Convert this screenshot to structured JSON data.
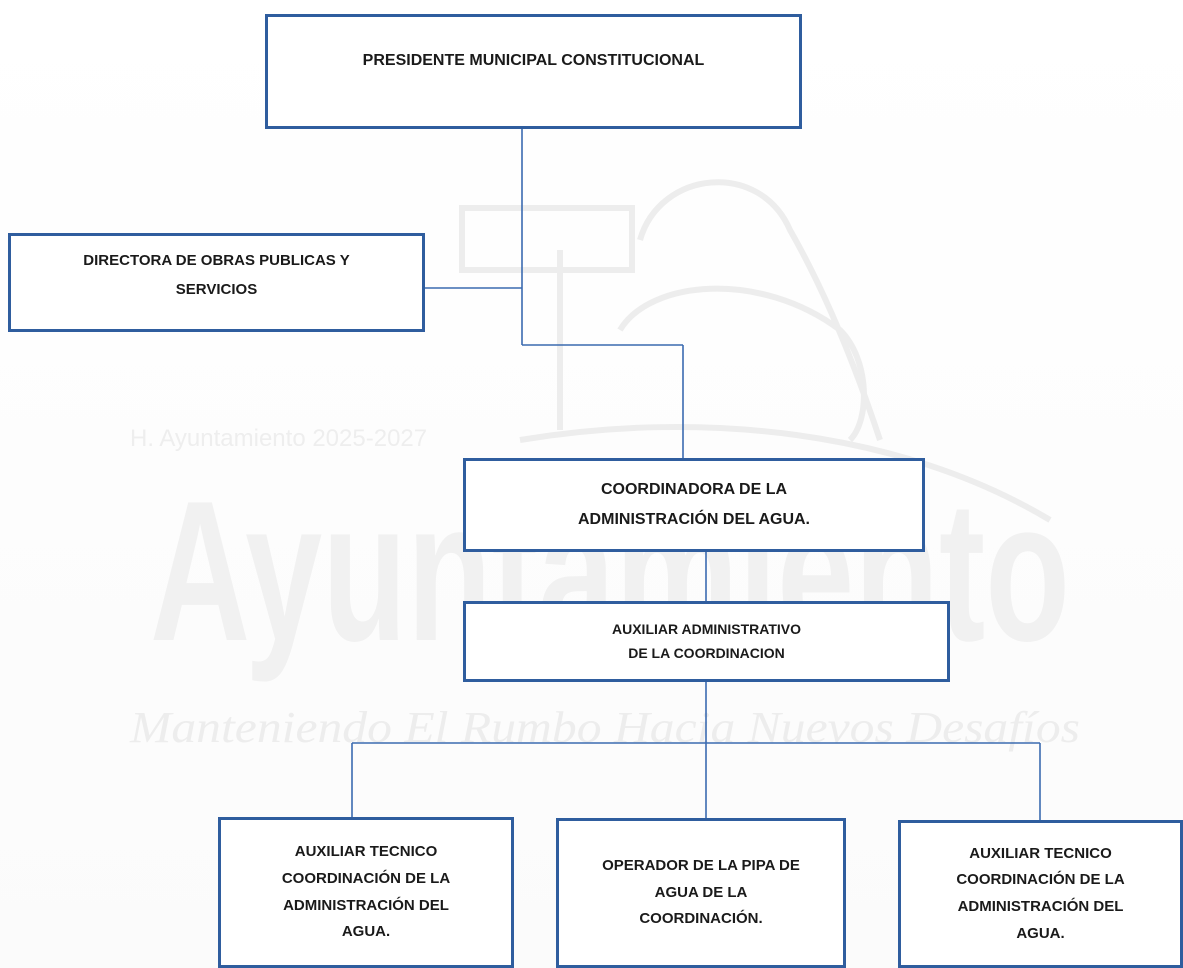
{
  "org_chart": {
    "president": "PRESIDENTE MUNICIPAL CONSTITUCIONAL",
    "director": "DIRECTORA DE OBRAS PUBLICAS Y\nSERVICIOS",
    "coordinator": "COORDINADORA DE LA\nADMINISTRACIÓN DEL AGUA.",
    "aux_admin": "AUXILIAR ADMINISTRATIVO\nDE LA COORDINACION",
    "aux_tecnico_1": "AUXILIAR TECNICO\nCOORDINACIÓN DE LA\nADMINISTRACIÓN DEL\nAGUA.",
    "operador": "OPERADOR DE LA PIPA DE\nAGUA DE LA\nCOORDINACIÓN.",
    "aux_tecnico_2": "AUXILIAR TECNICO\nCOORDINACIÓN DE LA\nADMINISTRACIÓN DEL\nAGUA."
  },
  "watermark": {
    "period": "H. Ayuntamiento 2025-2027",
    "word": "Ayuntamiento",
    "slogan": "Manteniendo El Rumbo Hacia Nuevos Desafíos"
  },
  "colors": {
    "box_border": "#2f5d9e",
    "connector": "#3b6bb0",
    "text": "#1a1a1a",
    "watermark": "#ececec"
  }
}
